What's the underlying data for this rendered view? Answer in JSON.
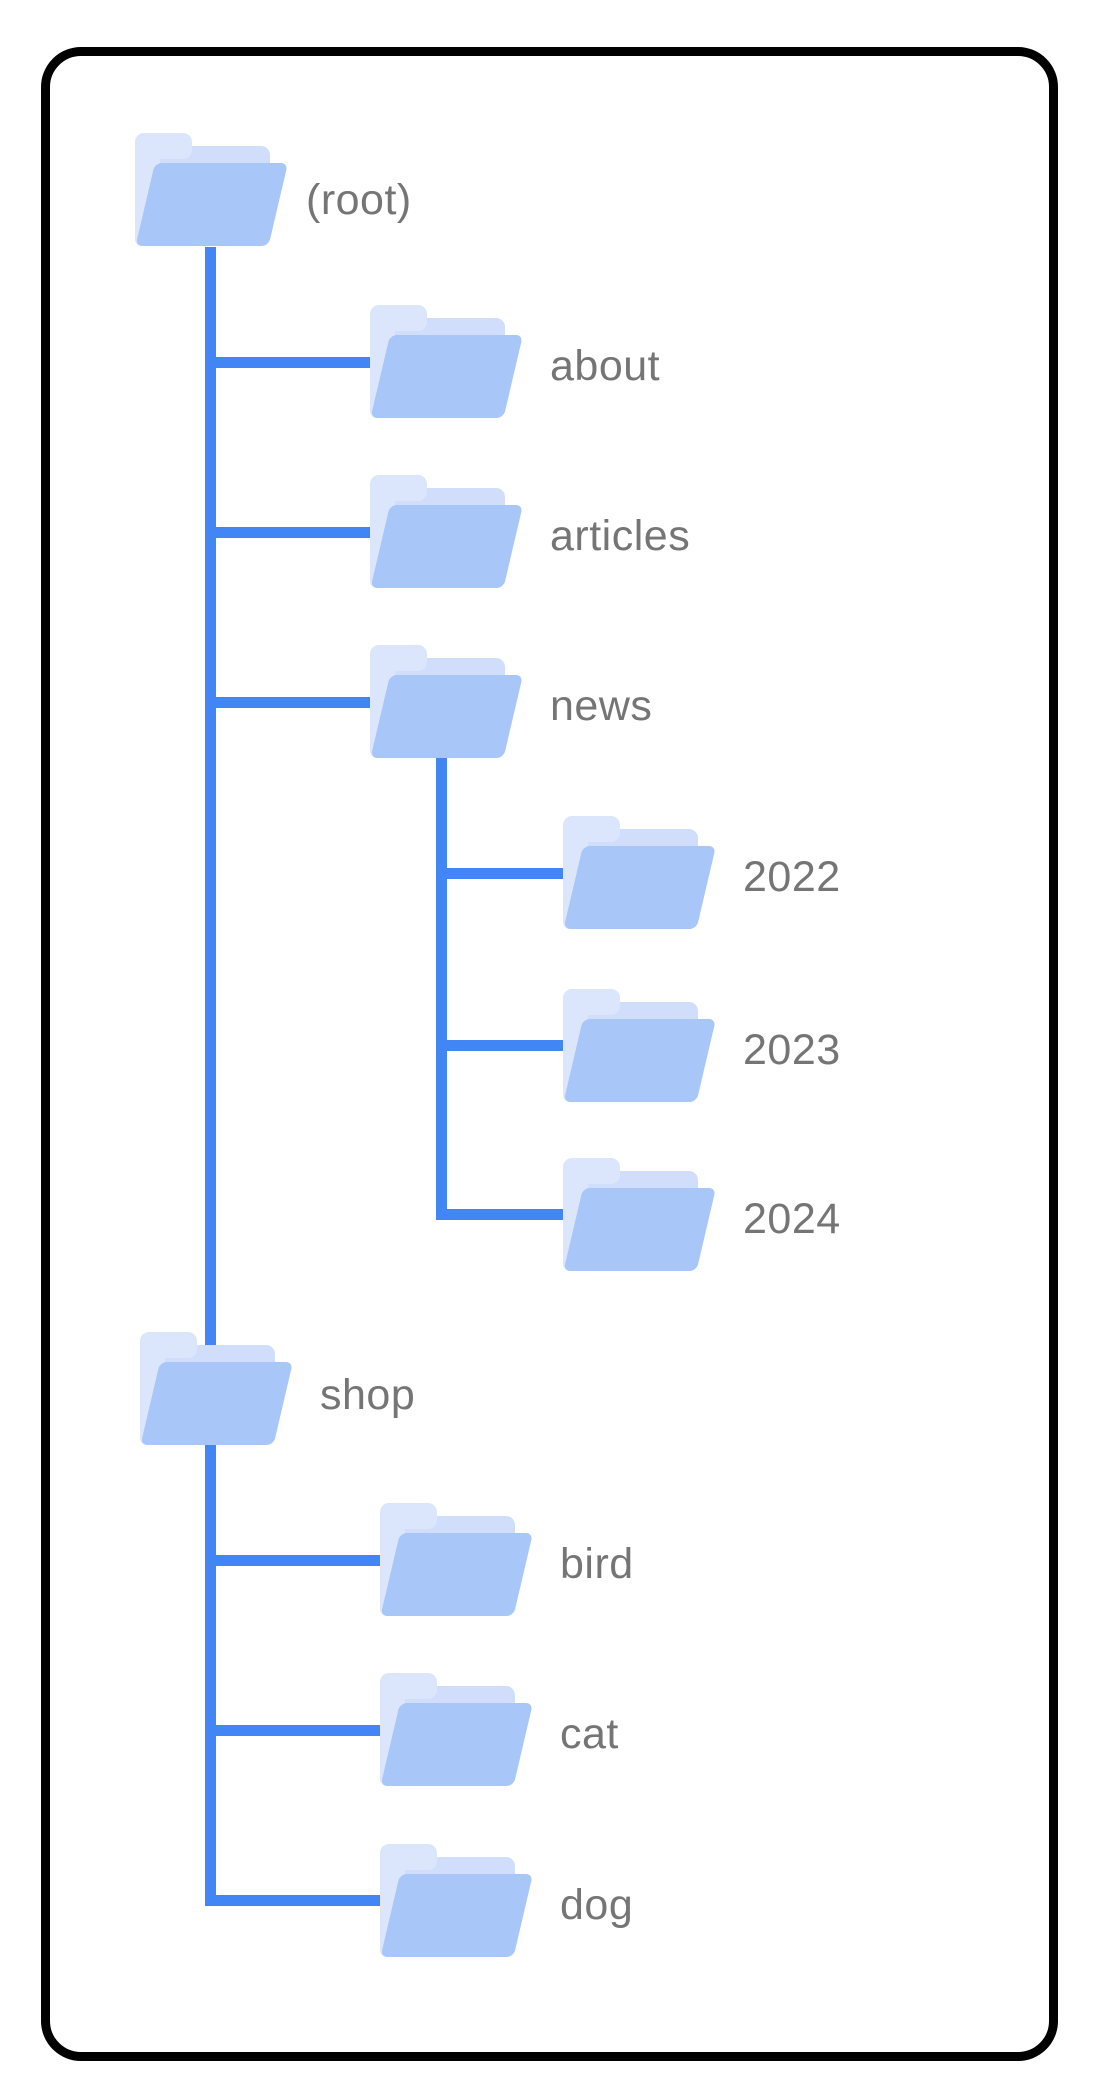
{
  "diagram": {
    "type": "folder-tree",
    "colors": {
      "connector_blue": "#4285f4",
      "folder_front": "#a9c6f8",
      "folder_middle": "#d0defb",
      "folder_back": "#dbe6fc",
      "label_gray": "#757575",
      "card_border": "#000000",
      "background": "#ffffff"
    },
    "nodes": {
      "root": {
        "label": "(root)"
      },
      "about": {
        "label": "about"
      },
      "articles": {
        "label": "articles"
      },
      "news": {
        "label": "news"
      },
      "y2022": {
        "label": "2022"
      },
      "y2023": {
        "label": "2023"
      },
      "y2024": {
        "label": "2024"
      },
      "shop": {
        "label": "shop"
      },
      "bird": {
        "label": "bird"
      },
      "cat": {
        "label": "cat"
      },
      "dog": {
        "label": "dog"
      }
    },
    "hierarchy": {
      "(root)": {
        "about": {},
        "articles": {},
        "news": {
          "2022": {},
          "2023": {},
          "2024": {}
        },
        "shop": {
          "bird": {},
          "cat": {},
          "dog": {}
        }
      }
    }
  }
}
